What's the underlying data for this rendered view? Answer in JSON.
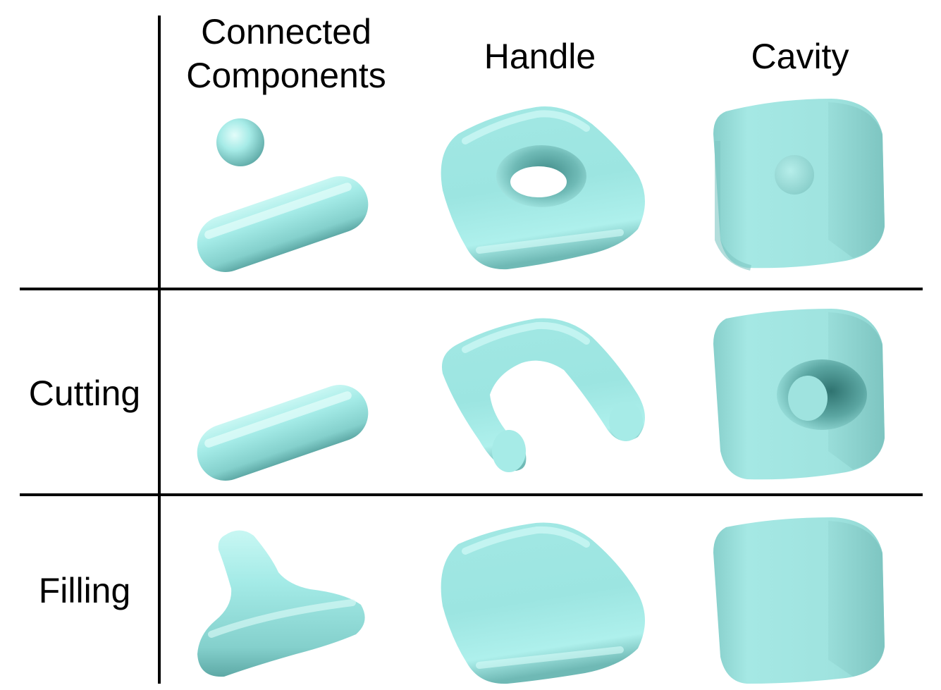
{
  "columns": {
    "connected_components": "Connected\nComponents",
    "handle": "Handle",
    "cavity": "Cavity"
  },
  "rows": {
    "cutting": "Cutting",
    "filling": "Filling"
  },
  "colors": {
    "surface": "#9ee6e3",
    "surface_light": "#d9fbf8",
    "surface_dark": "#4c9c99",
    "line": "#000000"
  }
}
